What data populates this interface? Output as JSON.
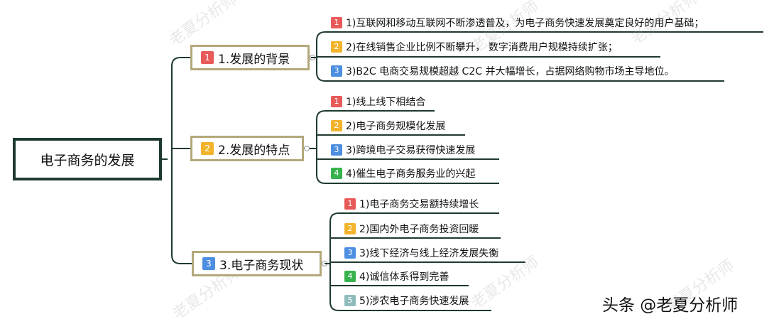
{
  "root": {
    "title": "电子商务的发展"
  },
  "branches": [
    {
      "num": "1",
      "label": "1.发展的背景",
      "items": [
        {
          "num": "1",
          "text": "1)互联网和移动互联网不断渗透普及，为电子商务快速发展奠定良好的用户基础；"
        },
        {
          "num": "2",
          "text": "2)在线销售企业比例不断攀升， 数字消费用户规模持续扩张；"
        },
        {
          "num": "3",
          "text": "3)B2C 电商交易规模超越 C2C 并大幅增长，占据网络购物市场主导地位。"
        }
      ]
    },
    {
      "num": "2",
      "label": "2.发展的特点",
      "items": [
        {
          "num": "1",
          "text": "1)线上线下相结合"
        },
        {
          "num": "2",
          "text": "2)电子商务规模化发展"
        },
        {
          "num": "3",
          "text": "3)跨境电子交易获得快速发展"
        },
        {
          "num": "4",
          "text": "4)催生电子商务服务业的兴起"
        }
      ]
    },
    {
      "num": "3",
      "label": "3.电子商务现状",
      "items": [
        {
          "num": "1",
          "text": "1)电子商务交易额持续增长"
        },
        {
          "num": "2",
          "text": "2)国内外电子商务投资回暖"
        },
        {
          "num": "3",
          "text": "3)线下经济与线上经济发展失衡"
        },
        {
          "num": "4",
          "text": "4)诚信体系得到完善"
        },
        {
          "num": "5",
          "text": "5)涉农电子商务快速发展"
        }
      ]
    }
  ],
  "watermark": "老夏分析师",
  "brand": "头条 @老夏分析师",
  "colors": {
    "badge_1": "#e85a5a",
    "badge_2": "#f2b42c",
    "badge_3": "#4d8ee0",
    "badge_4": "#37b24d",
    "badge_5": "#8fbcbb",
    "root_border": "#1e3a2e",
    "branch_border": "#b3a87a",
    "line": "#1e3a2e"
  }
}
